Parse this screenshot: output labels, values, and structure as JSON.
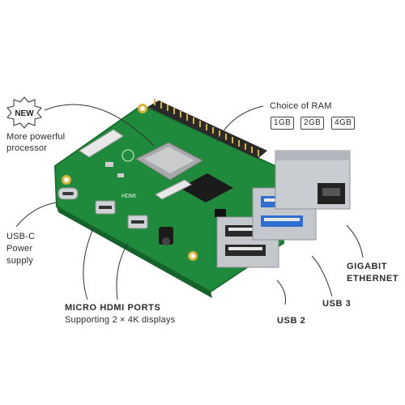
{
  "badge": "NEW",
  "processor": {
    "line1": "More powerful",
    "line2": "processor"
  },
  "ram": {
    "title": "Choice of RAM",
    "options": [
      "1GB",
      "2GB",
      "4GB"
    ]
  },
  "usbc": {
    "title": "USB-C",
    "line1": "Power",
    "line2": "supply"
  },
  "hdmi": {
    "title": "MICRO HDMI PORTS",
    "subtitle": "Supporting 2 × 4K displays"
  },
  "ethernet": {
    "line1": "GIGABIT",
    "line2": "ETHERNET"
  },
  "usb3": "USB 3",
  "usb2": "USB 2",
  "board_marking": "HDMI",
  "colors": {
    "pcb": "#1f8a3c",
    "pcb_dark": "#17702f",
    "metal": "#bfc3c7",
    "usb3_blue": "#2f6fd0",
    "gold": "#d8b23a"
  }
}
